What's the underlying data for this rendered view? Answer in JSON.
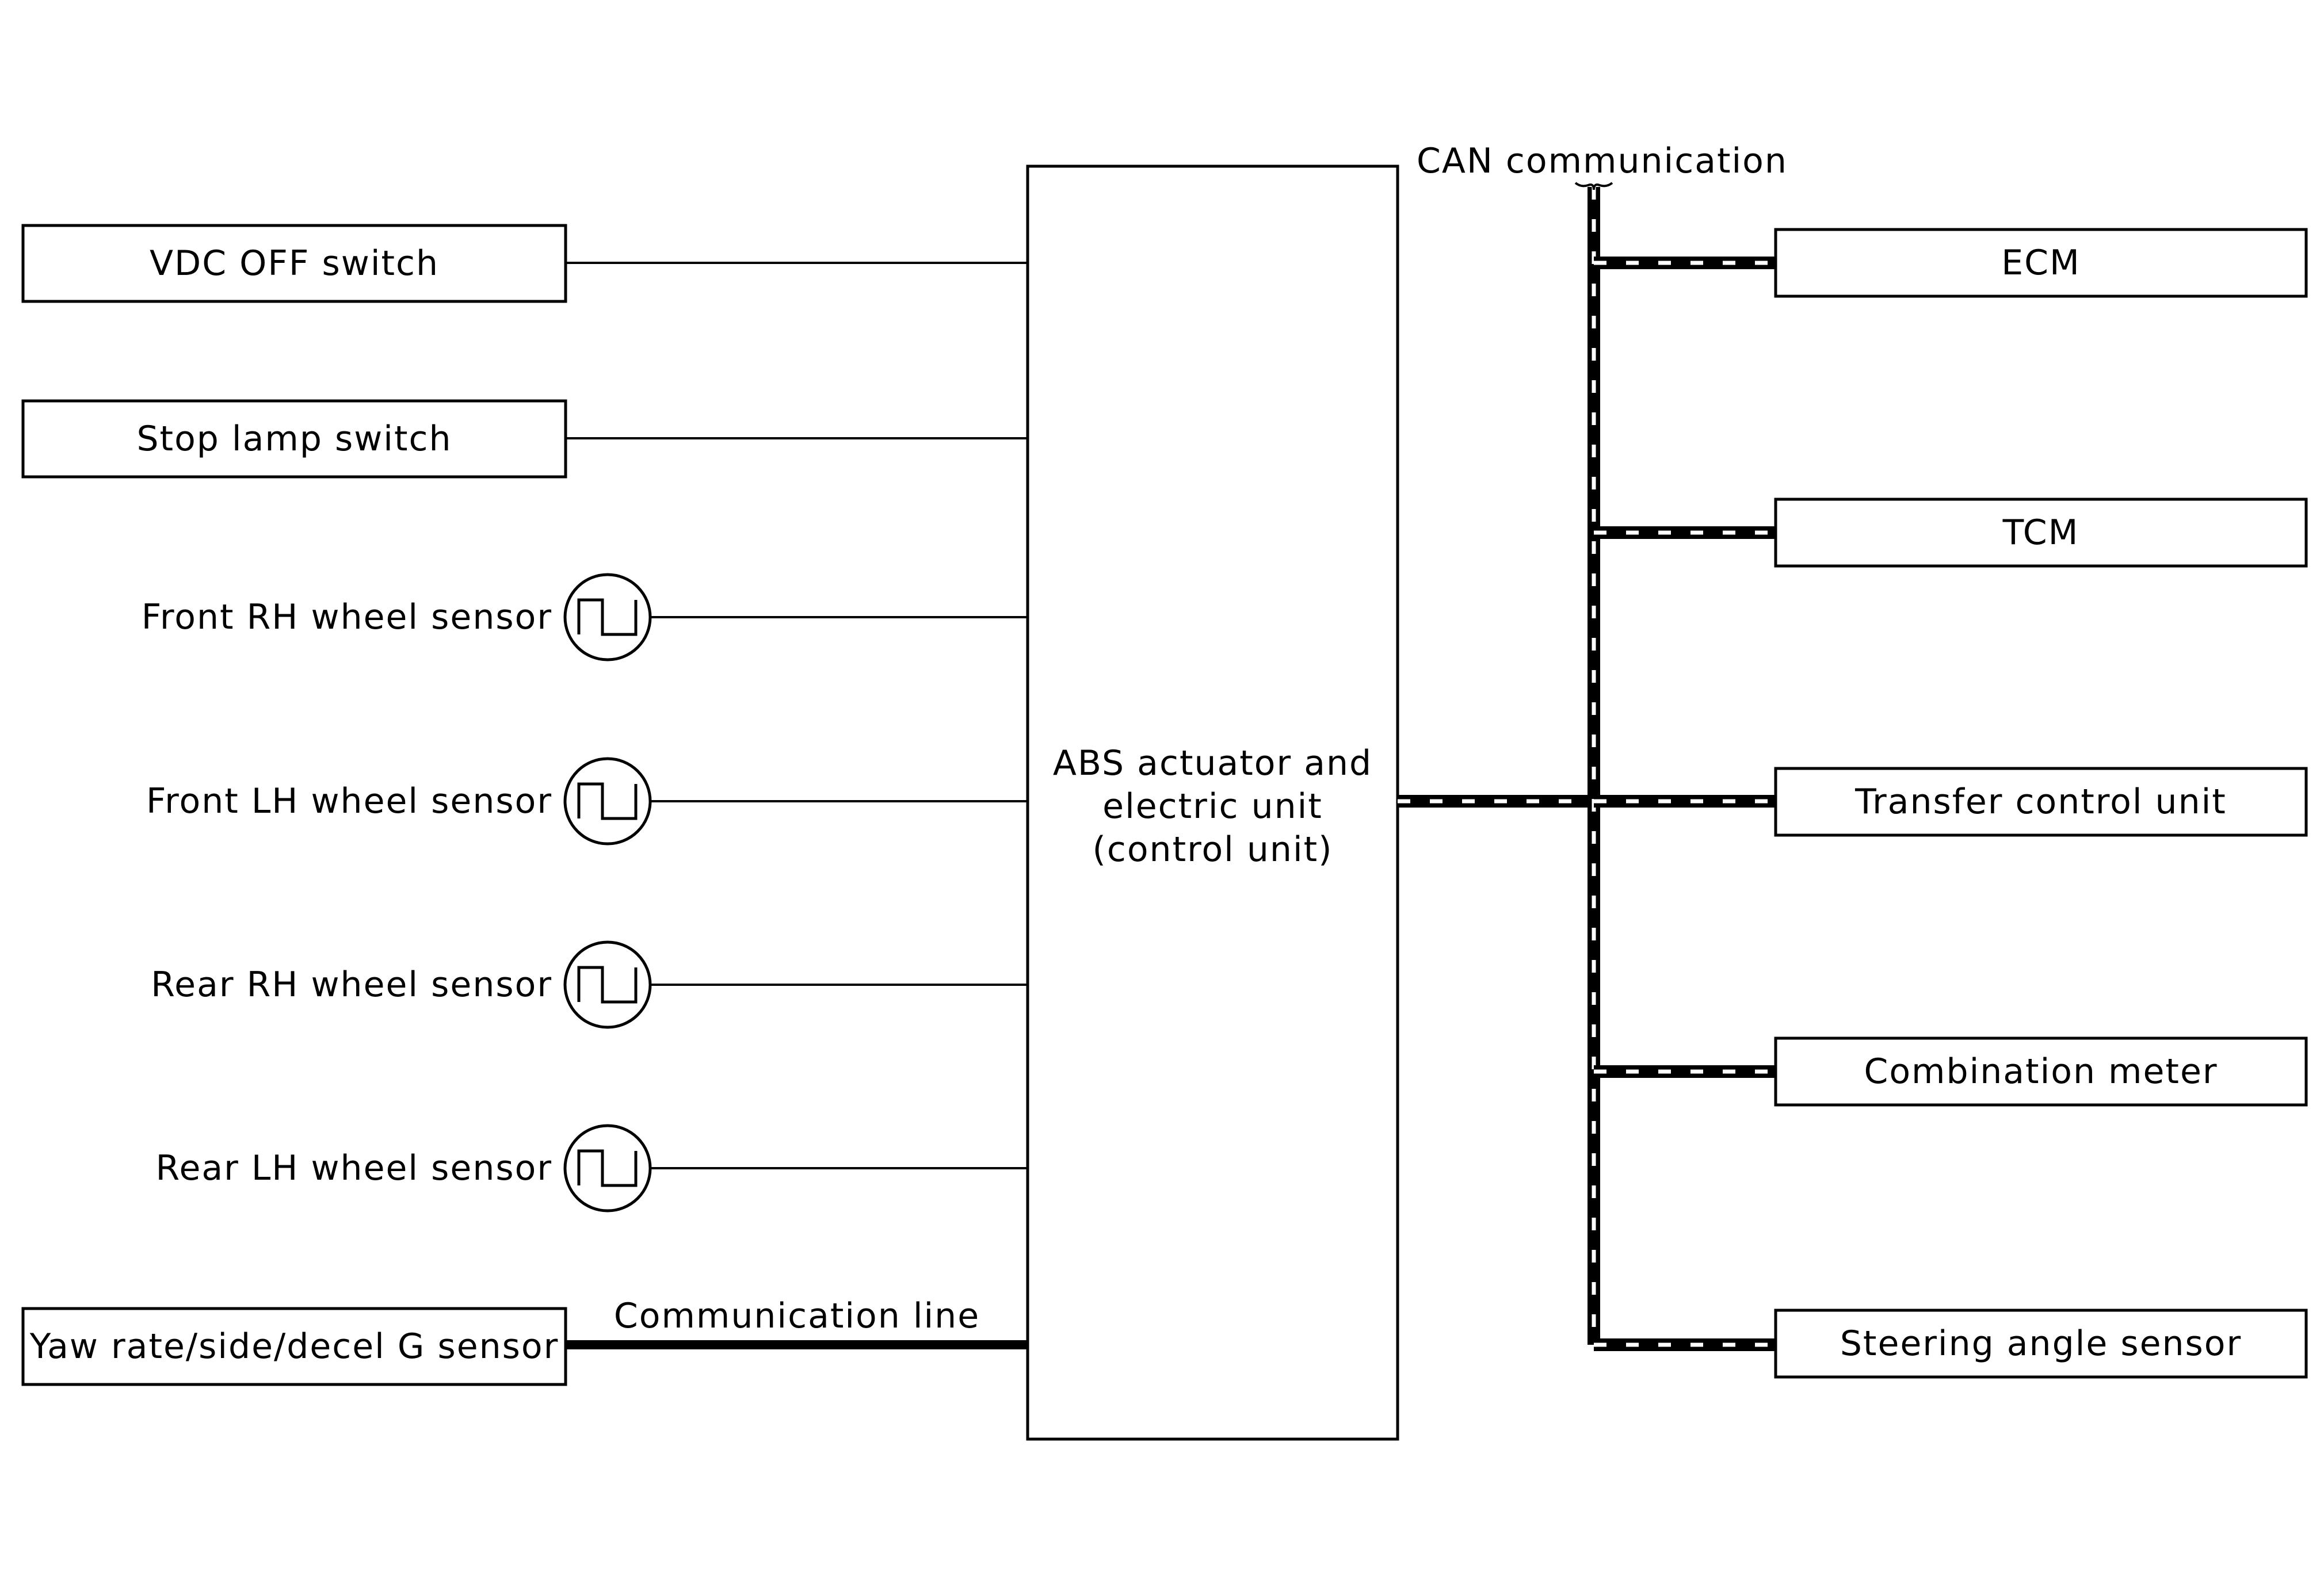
{
  "diagram": {
    "inputs": {
      "vdc_off_switch": "VDC OFF switch",
      "stop_lamp_switch": "Stop lamp switch",
      "front_rh_sensor": "Front RH wheel sensor",
      "front_lh_sensor": "Front LH wheel sensor",
      "rear_rh_sensor": "Rear RH wheel sensor",
      "rear_lh_sensor": "Rear LH wheel sensor",
      "yaw_sensor": "Yaw rate/side/decel G sensor"
    },
    "communication_line_label": "Communication line",
    "control_unit": {
      "line1": "ABS actuator and",
      "line2": "electric unit",
      "line3": "(control unit)"
    },
    "can_label": "CAN communication",
    "outputs": {
      "ecm": "ECM",
      "tcm": "TCM",
      "transfer": "Transfer control unit",
      "combination_meter": "Combination meter",
      "steering_angle_sensor": "Steering angle sensor"
    },
    "colors": {
      "line": "#000000",
      "background": "#ffffff"
    },
    "icons": {
      "wheel_sensor": "square-wave-pulse-icon"
    }
  }
}
